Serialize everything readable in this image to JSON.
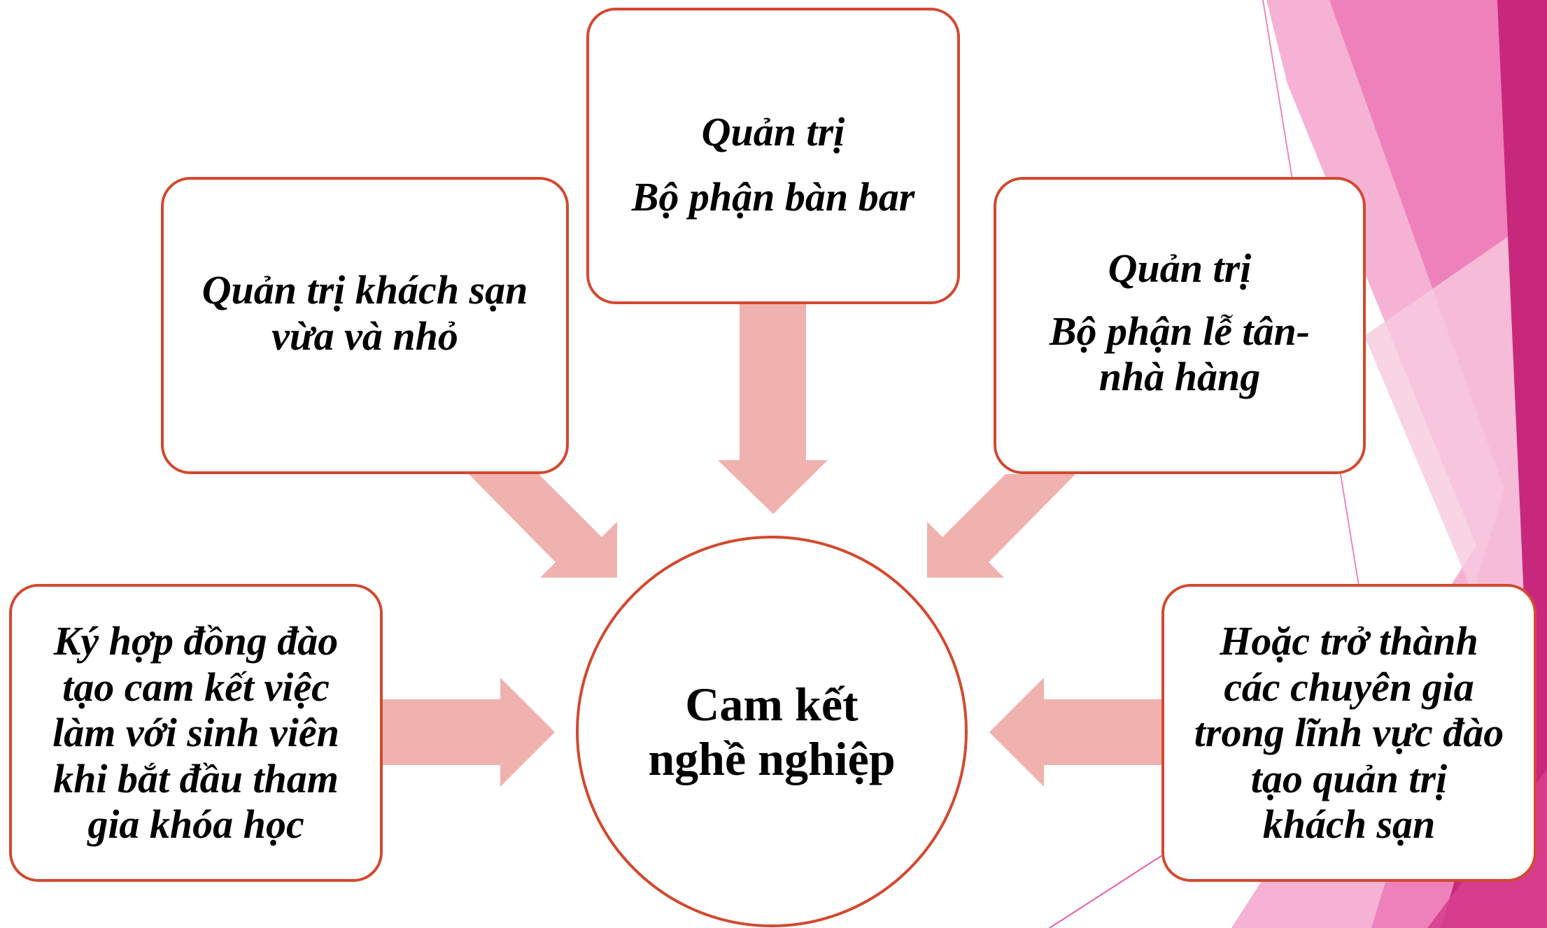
{
  "colors": {
    "box_border": "#d2492f",
    "arrow_fill": "#f0b2ae",
    "decor_pink_dark": "#c8287c",
    "decor_pink_mid": "#e65ea8",
    "decor_pink_light": "#f08dc2"
  },
  "center": {
    "line1": "Cam kết",
    "line2": "nghề nghiệp"
  },
  "boxes": {
    "top": {
      "line1": "Quản trị",
      "line2": "Bộ phận bàn bar"
    },
    "left_top": {
      "line1": "Quản trị khách sạn",
      "line2": "vừa và nhỏ"
    },
    "right_top": {
      "line1": "Quản trị",
      "line2": "Bộ phận lễ tân-",
      "line3": "nhà hàng"
    },
    "left_bottom": {
      "line1": "Ký hợp đồng đào",
      "line2": "tạo cam kết việc",
      "line3": "làm với sinh viên",
      "line4": "khi bắt đầu tham",
      "line5": "gia khóa học"
    },
    "right_bottom": {
      "line1": "Hoặc trở thành",
      "line2": "các chuyên gia",
      "line3": "trong lĩnh vực đào",
      "line4": "tạo quản trị",
      "line5": "khách sạn"
    }
  }
}
